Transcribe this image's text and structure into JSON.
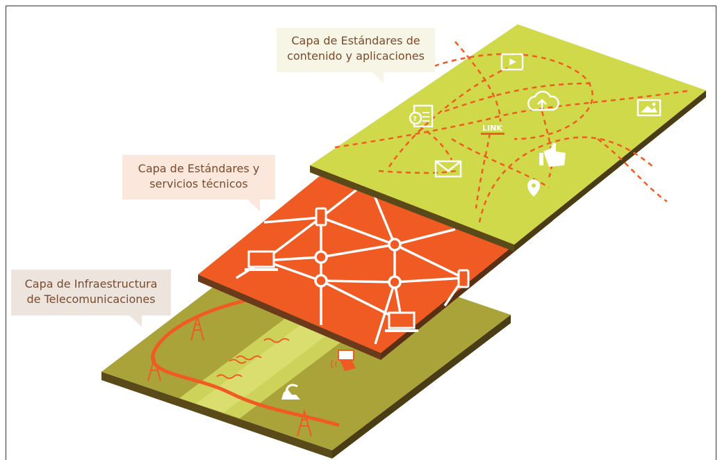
{
  "callouts": {
    "content": {
      "line1": "Capa de Estándares de",
      "line2": "contenido y aplicaciones"
    },
    "services": {
      "line1": "Capa de Estándares y",
      "line2": "servicios técnicos"
    },
    "infra": {
      "line1": "Capa de Infraestructura",
      "line2": "de Telecomunicaciones"
    }
  },
  "link_label": "LINK",
  "colors": {
    "top_layer": "#cfd94a",
    "top_layer_side": "#5a4a1a",
    "middle_layer": "#f05a23",
    "middle_layer_side": "#6b3a1a",
    "bottom_layer": "#a9a33a",
    "bottom_layer_light": "#d0d060",
    "bottom_layer_side": "#5a4a1a",
    "dashed_path": "#f05a23",
    "callout_bg_content": "#f7f6e6",
    "callout_bg_services": "#fbe7dc",
    "callout_bg_infra": "#ece4dd",
    "callout_text": "#7a4a2a"
  },
  "icons": [
    "play-icon",
    "cloud-upload-icon",
    "image-icon",
    "document-question-icon",
    "mail-icon",
    "thumbs-up-icon",
    "location-pin-icon",
    "laptop-icon",
    "phone-icon",
    "satellite-dish-icon",
    "radio-tower-icon",
    "wireless-device-icon"
  ]
}
